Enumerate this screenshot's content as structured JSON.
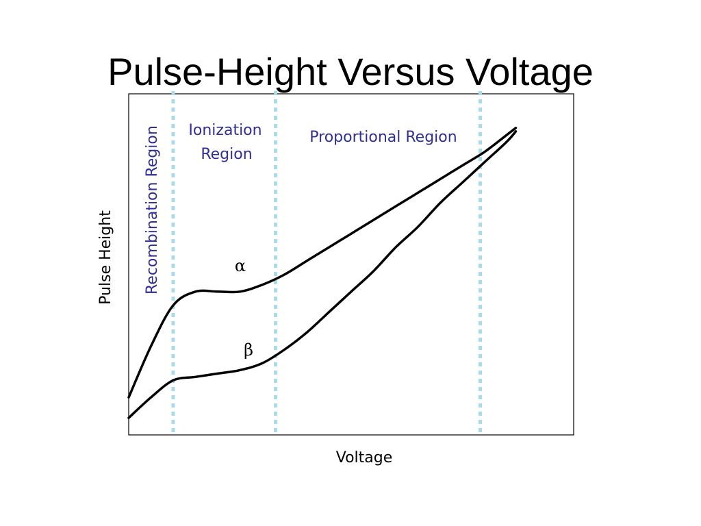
{
  "title": "Pulse-Height Versus Voltage",
  "chart_data": {
    "type": "line",
    "xlabel": "Voltage",
    "ylabel": "Pulse Height",
    "grid": false,
    "regions": [
      {
        "label_lines": [
          "Recombination Region"
        ],
        "orientation": "vertical"
      },
      {
        "label_lines": [
          "Ionization",
          "Region"
        ],
        "orientation": "horizontal"
      },
      {
        "label_lines": [
          "Proportional Region"
        ],
        "orientation": "horizontal"
      }
    ],
    "series": [
      {
        "name": "α",
        "x": [
          0,
          5,
          10,
          15,
          20,
          25,
          30,
          35,
          40,
          45,
          50,
          55,
          60,
          65,
          70,
          75,
          80,
          85,
          87
        ],
        "y": [
          11,
          26,
          38,
          42,
          42,
          42,
          44,
          47,
          51,
          55,
          59,
          63,
          67,
          71,
          75,
          79,
          83,
          88,
          90
        ]
      },
      {
        "name": "β",
        "x": [
          0,
          5,
          10,
          15,
          20,
          25,
          30,
          35,
          40,
          45,
          50,
          55,
          60,
          65,
          70,
          75,
          80,
          85,
          87
        ],
        "y": [
          5,
          11,
          16,
          17,
          18,
          19,
          21,
          25,
          30,
          36,
          42,
          48,
          55,
          61,
          68,
          74,
          80,
          86,
          89
        ]
      }
    ],
    "region_boundaries_x": [
      10,
      33,
      79
    ],
    "xlim": [
      0,
      100
    ],
    "ylim": [
      0,
      100
    ],
    "colors": {
      "curve": "#000000",
      "boundary": "#a8dce8",
      "region_text": "#2f2f9a"
    }
  }
}
